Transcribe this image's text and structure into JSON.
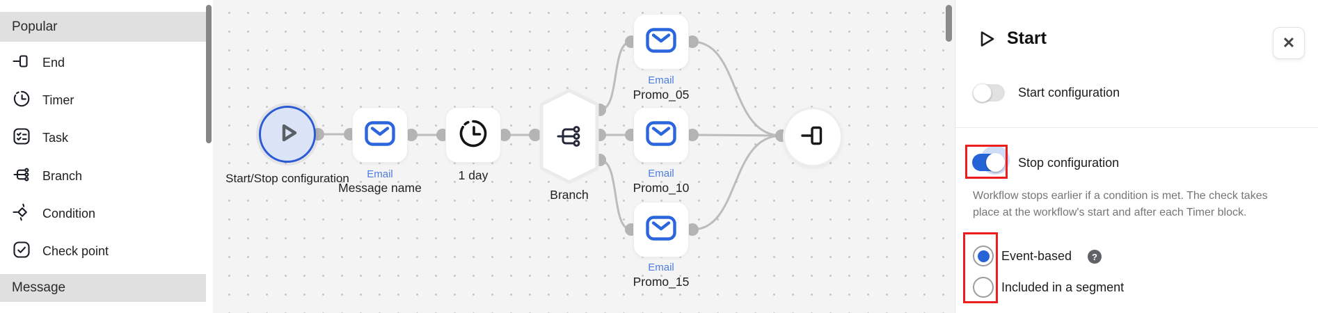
{
  "colors": {
    "accent_blue": "#2563d6",
    "email_icon_blue": "#2b66dd",
    "email_label_blue": "#4d7ce2",
    "annotation_red": "#ee1d1d",
    "canvas_bg": "#f4f4f5",
    "connector_gray": "#bcbcbc",
    "section_header_bg": "#e0e0e0"
  },
  "sidebar": {
    "sections": [
      {
        "label": "Popular",
        "items": [
          {
            "icon": "end-icon",
            "label": "End"
          },
          {
            "icon": "timer-icon",
            "label": "Timer"
          },
          {
            "icon": "task-icon",
            "label": "Task"
          },
          {
            "icon": "branch-icon",
            "label": "Branch"
          },
          {
            "icon": "condition-icon",
            "label": "Condition"
          },
          {
            "icon": "checkpoint-icon",
            "label": "Check point"
          }
        ]
      },
      {
        "label": "Message",
        "items": []
      }
    ]
  },
  "canvas": {
    "nodes": {
      "start": {
        "label": "Start/Stop configuration"
      },
      "message": {
        "type_label": "Email",
        "label": "Message name"
      },
      "timer": {
        "label": "1 day"
      },
      "branch": {
        "label": "Branch"
      },
      "promo05": {
        "type_label": "Email",
        "label": "Promo_05"
      },
      "promo10": {
        "type_label": "Email",
        "label": "Promo_10"
      },
      "promo15": {
        "type_label": "Email",
        "label": "Promo_15"
      },
      "end": {
        "label": ""
      }
    }
  },
  "panel": {
    "title": "Start",
    "close_icon": "✕",
    "start_toggle": {
      "label": "Start configuration",
      "state": "off"
    },
    "stop_toggle": {
      "label": "Stop configuration",
      "state": "on",
      "highlighted": true
    },
    "description": "Workflow stops earlier if a condition is met. The check takes place at the workflow's start and after each Timer block.",
    "radios": [
      {
        "label": "Event-based",
        "selected": true,
        "help_icon": "?"
      },
      {
        "label": "Included in a segment",
        "selected": false
      }
    ]
  }
}
